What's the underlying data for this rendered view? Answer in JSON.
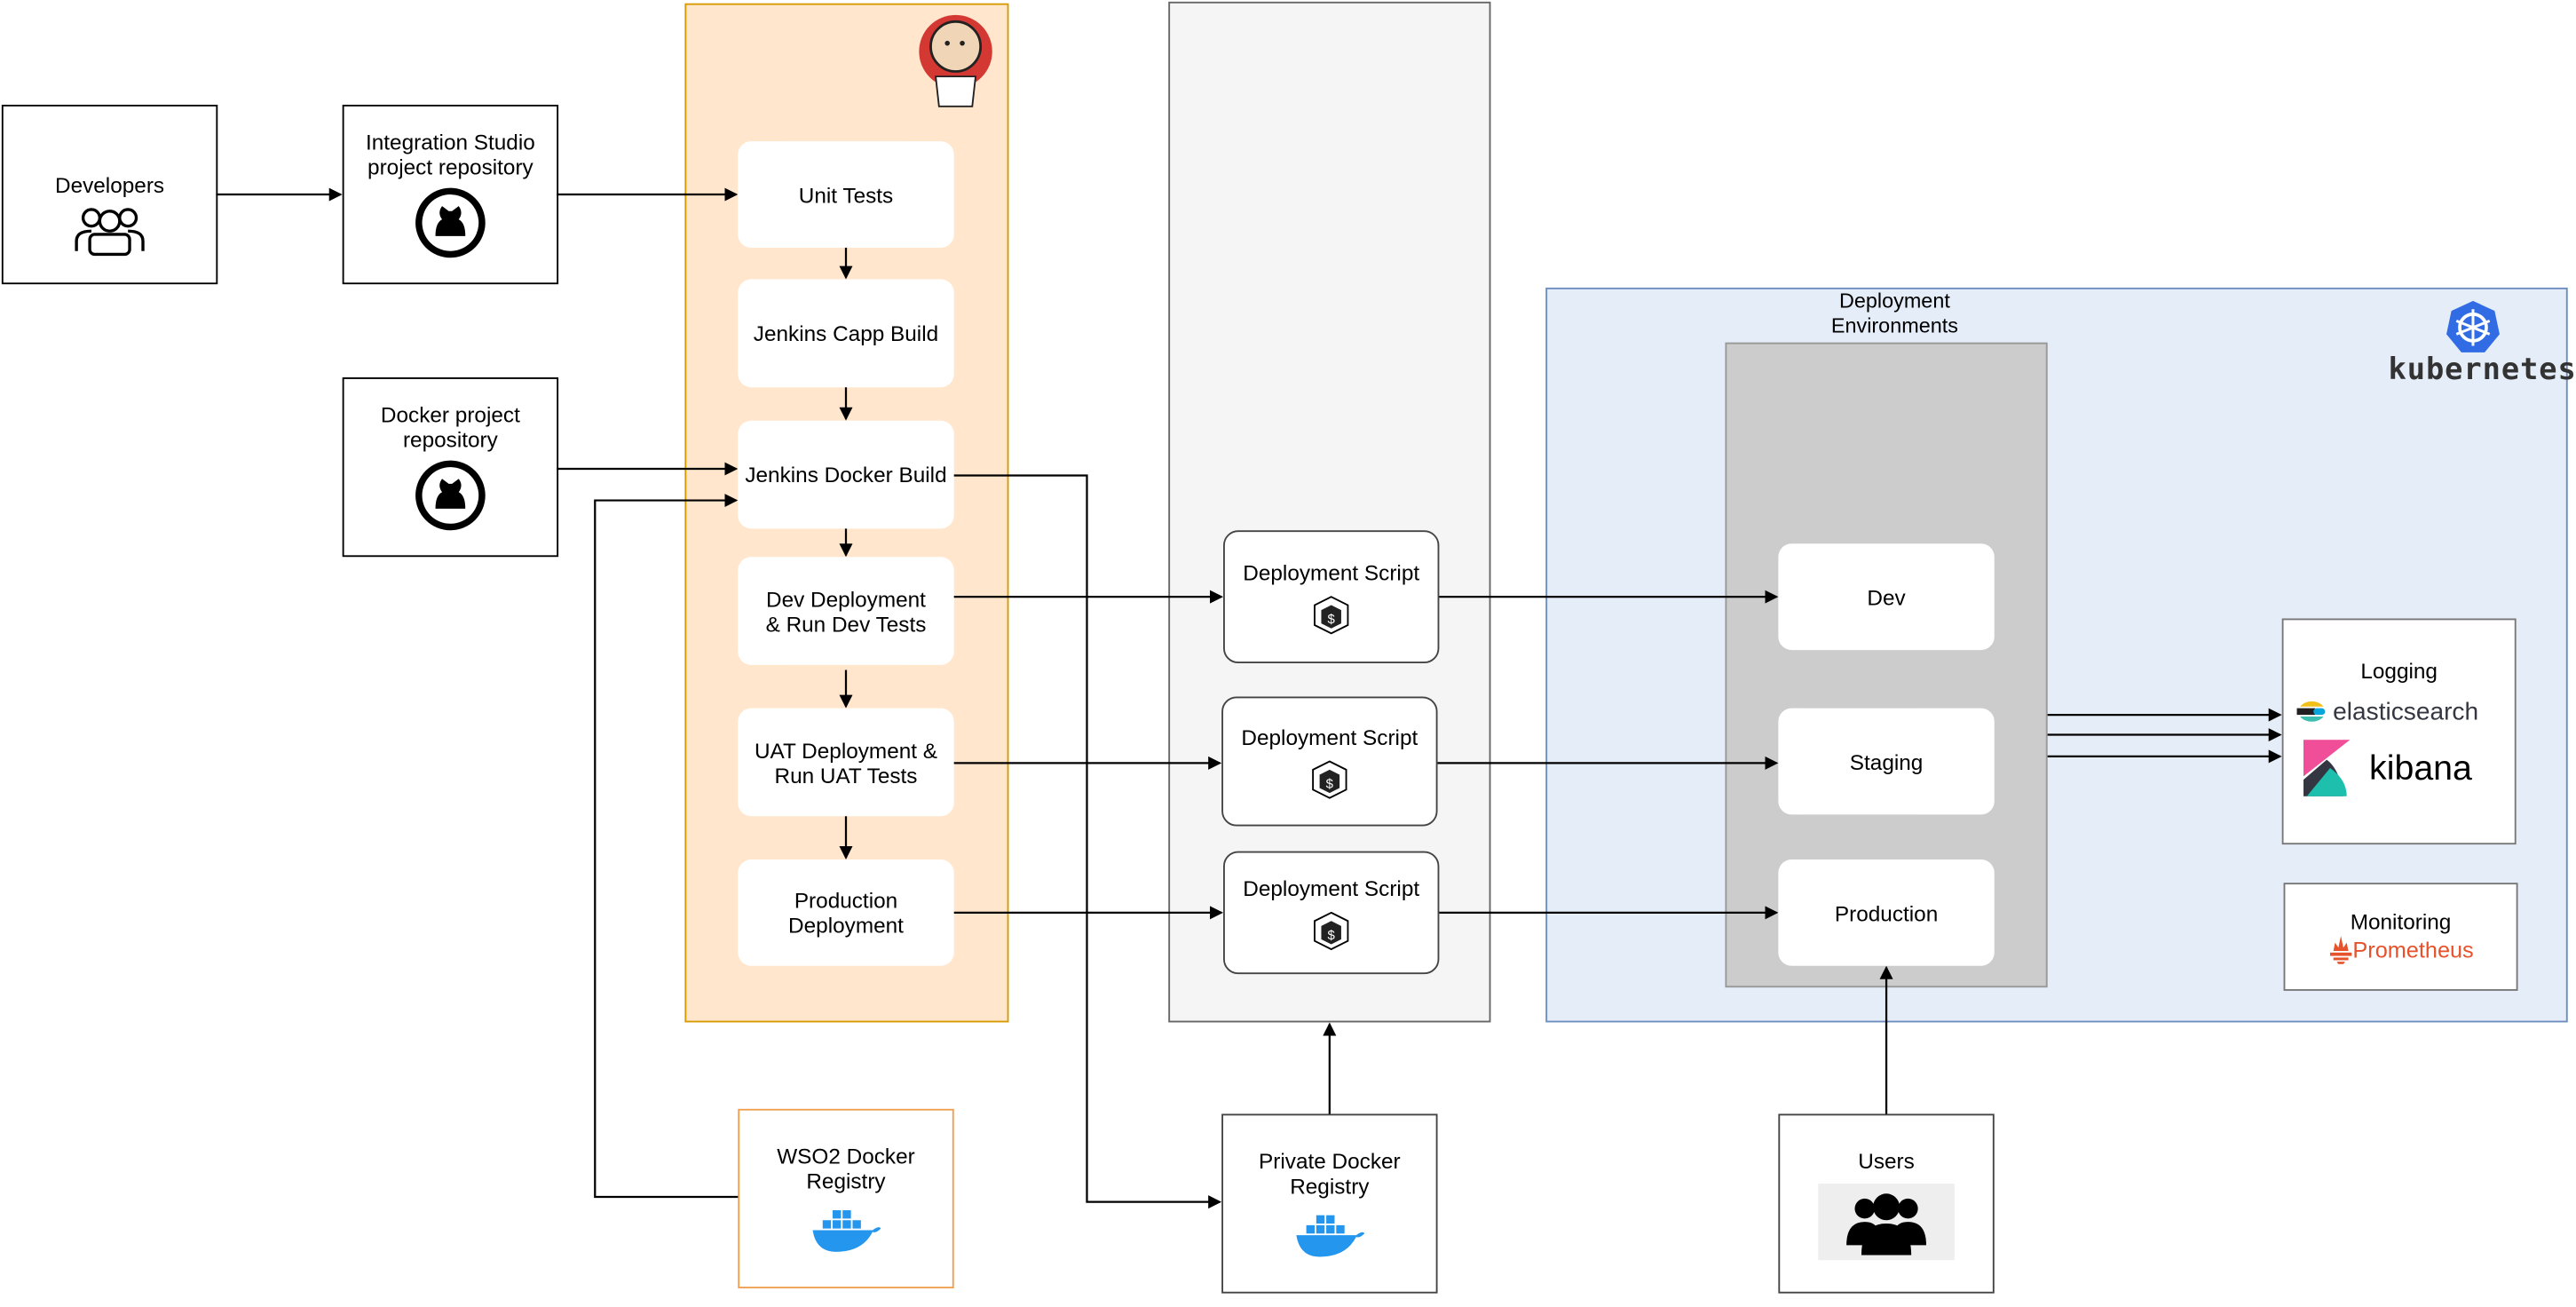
{
  "sources": {
    "developers": "Developers",
    "integration_repo": "Integration Studio\nproject repository",
    "docker_repo": "Docker project\nrepository"
  },
  "jenkins": {
    "logo": "jenkins-logo",
    "steps": [
      "Unit Tests",
      "Jenkins Capp Build",
      "Jenkins Docker Build",
      "Dev Deployment\n& Run Dev Tests",
      "UAT Deployment &\nRun UAT Tests",
      "Production\nDeployment"
    ]
  },
  "scripts": [
    "Deployment Script",
    "Deployment Script",
    "Deployment Script"
  ],
  "kubernetes": {
    "logo_text": "kubernetes",
    "env_title": "Deployment\nEnvironments",
    "environments": [
      "Dev",
      "Staging",
      "Production"
    ],
    "logging": {
      "title": "Logging",
      "elasticsearch": "elasticsearch",
      "kibana": "kibana"
    },
    "monitoring": {
      "title": "Monitoring",
      "prometheus": "Prometheus"
    }
  },
  "registries": {
    "wso2": "WSO2 Docker\nRegistry",
    "private": "Private Docker\nRegistry"
  },
  "users": "Users",
  "colors": {
    "jenkins_fill": "#ffe6cc",
    "jenkins_border": "#d79b00",
    "k8s_fill": "#e5edf9",
    "k8s_border": "#6c8ebf",
    "env_fill": "#cccccc",
    "k8s_blue": "#326ce5",
    "docker_blue": "#2496ed",
    "prometheus": "#e6522c"
  }
}
